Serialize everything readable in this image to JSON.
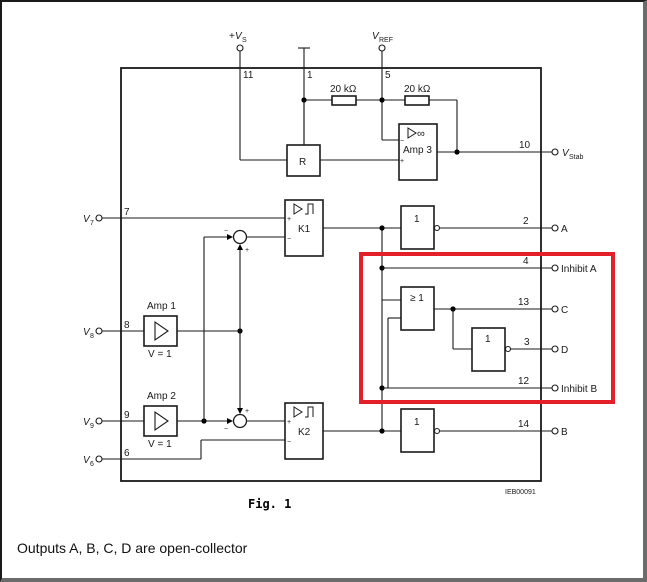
{
  "figure": {
    "caption": "Fig. 1",
    "note": "Outputs A, B, C, D are open-collector",
    "drawing_id": "IEB00091",
    "highlight_color": "#e3202a"
  },
  "supply": {
    "vs_sign": "+",
    "vs_name": "V",
    "vs_sub": "S",
    "vs_pin": "11",
    "gnd_pin": "1",
    "vref_name": "V",
    "vref_sub": "REF",
    "vref_pin": "5"
  },
  "resistors": [
    {
      "label": "20 kΩ"
    },
    {
      "label": "20 kΩ"
    }
  ],
  "blocks": {
    "r_block": "R",
    "amp3": {
      "label": "Amp 3",
      "symbol": "▷∞",
      "plus": "+",
      "minus": "−"
    },
    "amp1": {
      "label": "Amp 1",
      "gain": "V = 1"
    },
    "amp2": {
      "label": "Amp 2",
      "gain": "V = 1"
    },
    "k1": {
      "label": "K1",
      "plus": "+",
      "minus": "−"
    },
    "k2": {
      "label": "K2",
      "plus": "+",
      "minus": "−"
    },
    "inv_a": "1",
    "or_gate": "≥ 1",
    "inv_d": "1",
    "inv_b": "1",
    "sum_signs": {
      "minus": "−",
      "plus": "+"
    }
  },
  "inputs": [
    {
      "name": "V",
      "sub": "7",
      "pin": "7"
    },
    {
      "name": "V",
      "sub": "8",
      "pin": "8"
    },
    {
      "name": "V",
      "sub": "9",
      "pin": "9"
    },
    {
      "name": "V",
      "sub": "6",
      "pin": "6"
    }
  ],
  "outputs": [
    {
      "label": "V",
      "sub": "Stab",
      "pin": "10"
    },
    {
      "label": "A",
      "pin": "2"
    },
    {
      "label": "Inhibit A",
      "pin": "4"
    },
    {
      "label": "C",
      "pin": "13"
    },
    {
      "label": "D",
      "pin": "3"
    },
    {
      "label": "Inhibit B",
      "pin": "12"
    },
    {
      "label": "B",
      "pin": "14"
    }
  ]
}
